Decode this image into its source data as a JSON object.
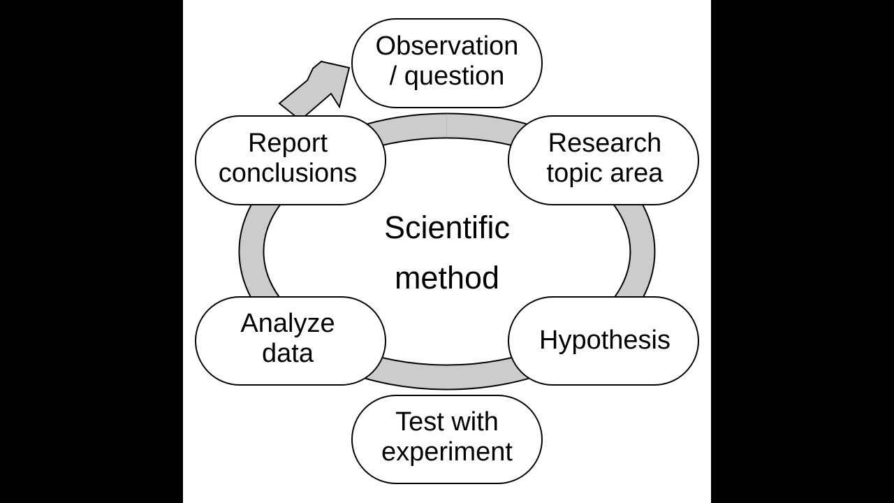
{
  "title": {
    "line1": "Scientific",
    "line2": "method"
  },
  "steps": [
    {
      "id": "observation",
      "line1": "Observation",
      "line2": "/ question"
    },
    {
      "id": "research",
      "line1": "Research",
      "line2": "topic area"
    },
    {
      "id": "hypothesis",
      "line1": "Hypothesis",
      "line2": ""
    },
    {
      "id": "test",
      "line1": "Test with",
      "line2": "experiment"
    },
    {
      "id": "analyze",
      "line1": "Analyze",
      "line2": "data"
    },
    {
      "id": "report",
      "line1": "Report",
      "line2": "conclusions"
    }
  ],
  "colors": {
    "background": "#000000",
    "panel": "#ffffff",
    "cycle_band": "#cccccc",
    "outline": "#000000",
    "node_fill": "#ffffff",
    "text": "#000000"
  }
}
